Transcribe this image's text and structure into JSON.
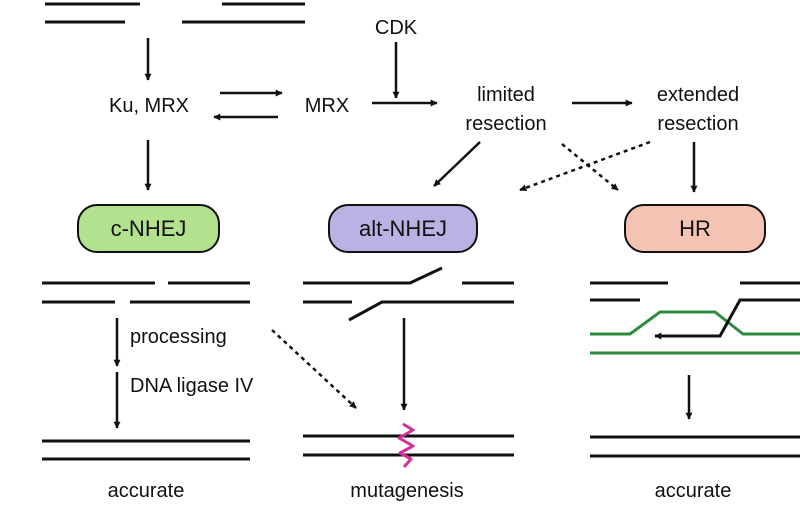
{
  "colors": {
    "line": "#111111",
    "c_nhej_fill": "#b3e28e",
    "alt_nhej_fill": "#b8b3e3",
    "hr_fill": "#f4c3b4",
    "donor_strand": "#2e8b3e",
    "mutation_mark": "#d4309a"
  },
  "labels": {
    "cdk": "CDK",
    "ku_mrx": "Ku, MRX",
    "mrx": "MRX",
    "limited_line1": "limited",
    "limited_line2": "resection",
    "extended_line1": "extended",
    "extended_line2": "resection",
    "processing": "processing",
    "dna_ligase": "DNA ligase IV"
  },
  "pathways": {
    "c_nhej": "c-NHEJ",
    "alt_nhej": "alt-NHEJ",
    "hr": "HR"
  },
  "outcomes": {
    "c_nhej": "accurate",
    "alt_nhej": "mutagenesis",
    "hr": "accurate"
  }
}
